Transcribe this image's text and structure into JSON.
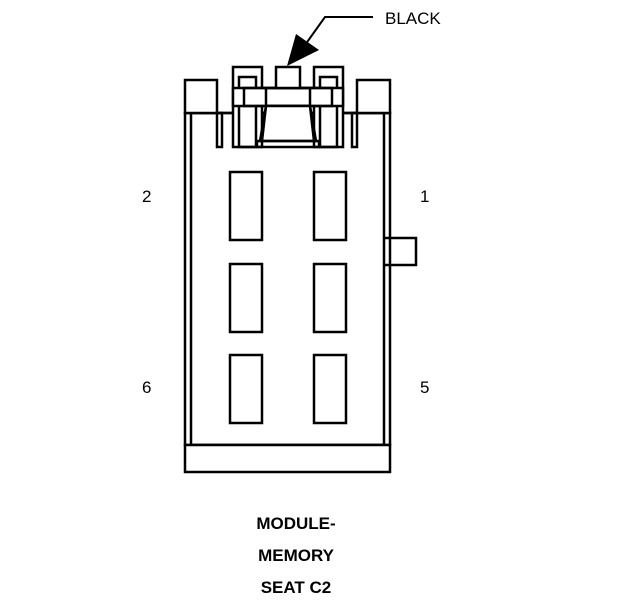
{
  "callout": {
    "text": "BLACK"
  },
  "pins": {
    "p1": "1",
    "p2": "2",
    "p5": "5",
    "p6": "6"
  },
  "title": {
    "lines": [
      "MODULE-",
      "MEMORY",
      "SEAT C2"
    ]
  }
}
